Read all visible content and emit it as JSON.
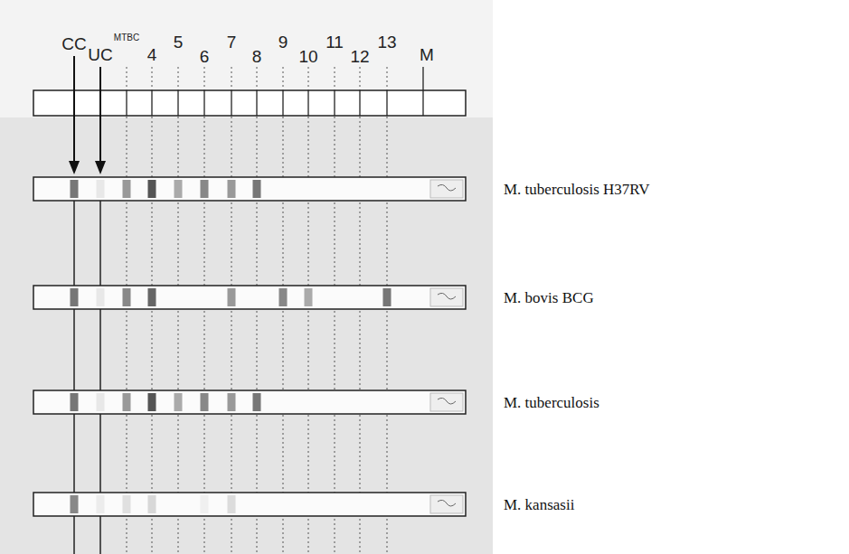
{
  "diagram": {
    "labels": [
      "CC",
      "UC",
      "MTBC",
      "4",
      "5",
      "6",
      "7",
      "8",
      "9",
      "10",
      "11",
      "12",
      "13",
      "M",
      "M. tuberculosis H37RV",
      "M. bovis BCG",
      "M. tuberculosis",
      "M. kansasii"
    ]
  }
}
